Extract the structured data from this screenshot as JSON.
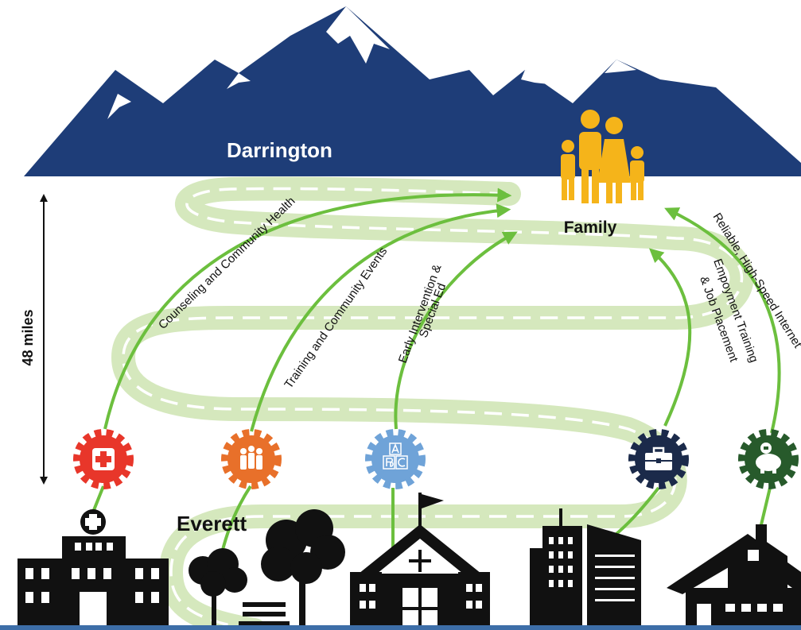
{
  "labels": {
    "top_place": "Darrington",
    "bottom_place": "Everett",
    "family": "Family",
    "distance": "48 miles"
  },
  "services": [
    {
      "label": "Counseling and Community Health",
      "icon": "medical-cross-icon",
      "color": "#e8362a"
    },
    {
      "label": "Training and Community Events",
      "icon": "people-group-icon",
      "color": "#e8702a"
    },
    {
      "label": "Early Intervention & Special Ed",
      "label_line1": "Early Intervention &",
      "label_line2": "Special Ed",
      "icon": "abc-blocks-icon",
      "color": "#6fa3d8"
    },
    {
      "label": "Empoyment Training & Job Placement",
      "label_line1": "Empoyment Training",
      "label_line2": "& Job Placement",
      "icon": "briefcase-icon",
      "color": "#1b2a4a"
    },
    {
      "label": "Reliable, High-Speed Internet",
      "icon": "piggy-bank-icon",
      "color": "#275a2b"
    }
  ],
  "colors": {
    "mountain": "#1e3d78",
    "road": "#d5e8bd",
    "arrow": "#6cbf3e",
    "family": "#f5b41a",
    "buildings": "#111111",
    "bottom_strip": "#3d6ea8"
  }
}
